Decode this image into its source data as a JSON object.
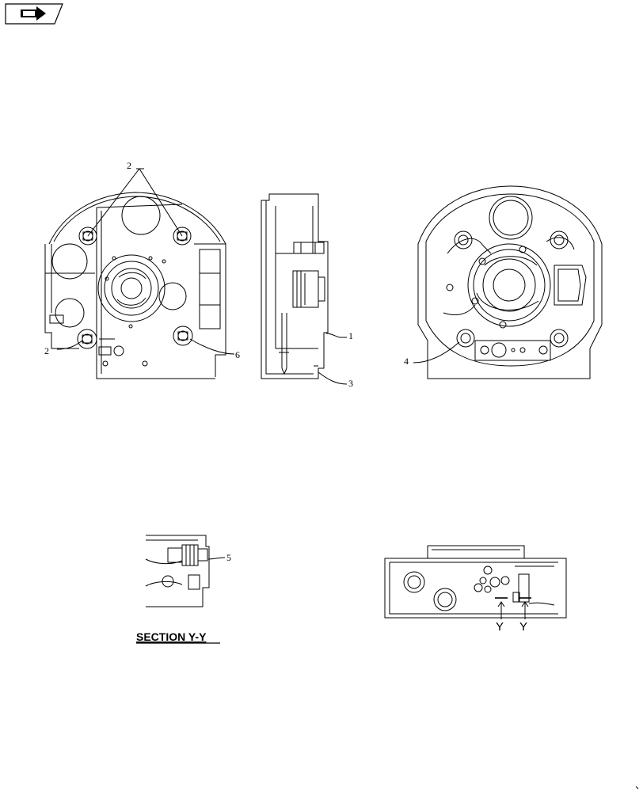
{
  "nav": {
    "icon": "next-page-arrow-icon"
  },
  "callouts": {
    "front_top": "2",
    "front_left": "2",
    "front_right": "6",
    "side_upper": "1",
    "side_lower": "3",
    "rear": "4",
    "section": "5"
  },
  "section": {
    "title": "SECTION  Y-Y",
    "cut_left": "Y",
    "cut_right": "Y"
  }
}
